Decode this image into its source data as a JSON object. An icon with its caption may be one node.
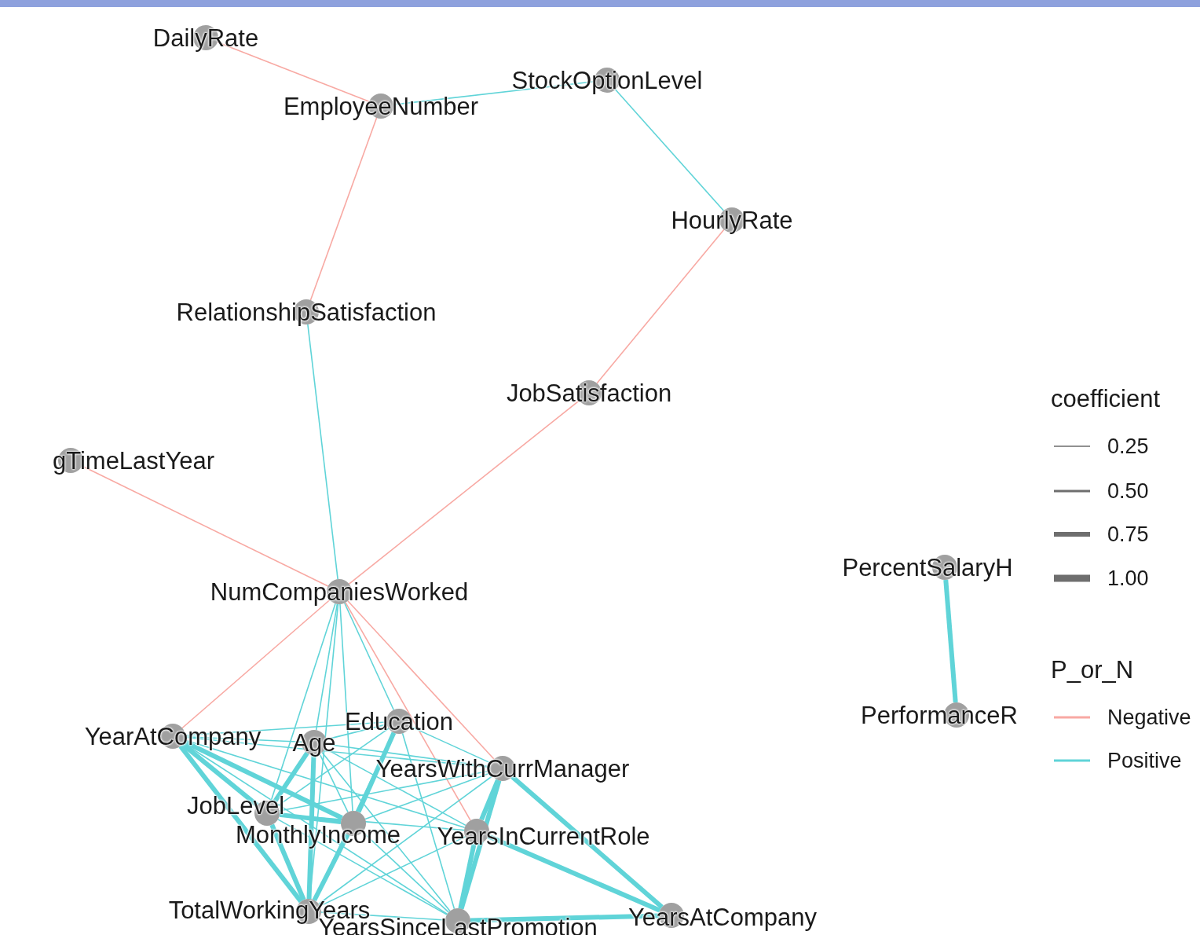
{
  "diagram": {
    "nodes": [
      {
        "text": [
          "DailyRate"
        ]
      },
      {
        "text": [
          "EmployeeNumber"
        ]
      },
      {
        "text": [
          "StockOptionLevel"
        ]
      },
      {
        "text": [
          "HourlyRate"
        ]
      },
      {
        "text": [
          "RelationshipSatisfaction"
        ]
      },
      {
        "text": [
          "JobSatisfaction"
        ]
      },
      {
        "text": [
          "gTimeLastYear"
        ]
      },
      {
        "text": [
          "NumCompaniesWorked"
        ]
      },
      {
        "text": [
          "PercentSalaryH"
        ]
      },
      {
        "text": [
          "PerformanceR"
        ]
      },
      {
        "text": [
          "YearAtCompany"
        ]
      },
      {
        "text": [
          "Education"
        ]
      },
      {
        "text": [
          "Age"
        ]
      },
      {
        "text": [
          "YearsWithCurrManager"
        ]
      },
      {
        "text": [
          "JobLevel"
        ]
      },
      {
        "text": [
          "MonthlyIncome"
        ]
      },
      {
        "text": [
          "YearsInCurrentRole"
        ]
      },
      {
        "text": [
          "TotalWorkingYears"
        ]
      },
      {
        "text": [
          "YearsSinceLastPromotion"
        ]
      },
      {
        "text": [
          "YearsAtCompany"
        ]
      }
    ],
    "edges": [
      {
        "from": 0,
        "to": 1,
        "arrow": "none",
        "color": "#f8a9a3"
      },
      {
        "from": 1,
        "to": 2,
        "arrow": "none"
      },
      {
        "from": 2,
        "to": 3,
        "arrow": "none"
      },
      {
        "from": 1,
        "to": 4,
        "arrow": "none",
        "color": "#f8a9a3"
      },
      {
        "from": 3,
        "to": 5,
        "arrow": "none",
        "color": "#f8a9a3"
      },
      {
        "from": 4,
        "to": 7,
        "arrow": "none"
      },
      {
        "from": 5,
        "to": 7,
        "arrow": "none",
        "color": "#f8a9a3"
      },
      {
        "from": 6,
        "to": 7,
        "arrow": "none",
        "color": "#f8a9a3"
      },
      {
        "from": 8,
        "to": 9,
        "arrow": "none",
        "style": "thick"
      },
      {
        "from": 7,
        "to": 10,
        "arrow": "none",
        "color": "#f8a9a3"
      },
      {
        "from": 7,
        "to": 14,
        "arrow": "none"
      },
      {
        "from": 7,
        "to": 12,
        "arrow": "none"
      },
      {
        "from": 7,
        "to": 15,
        "arrow": "none"
      },
      {
        "from": 7,
        "to": 11,
        "arrow": "none"
      },
      {
        "from": 7,
        "to": 17,
        "arrow": "none"
      },
      {
        "from": 7,
        "to": 16,
        "arrow": "none",
        "color": "#f8a9a3"
      },
      {
        "from": 7,
        "to": 13,
        "arrow": "none",
        "color": "#f8a9a3"
      },
      {
        "from": 10,
        "to": 11,
        "arrow": "none"
      },
      {
        "from": 10,
        "to": 12,
        "arrow": "none"
      },
      {
        "from": 10,
        "to": 14,
        "arrow": "none",
        "style": "thick"
      },
      {
        "from": 10,
        "to": 15,
        "arrow": "none",
        "style": "thick"
      },
      {
        "from": 10,
        "to": 17,
        "arrow": "none",
        "style": "thick"
      },
      {
        "from": 10,
        "to": 13,
        "arrow": "none"
      },
      {
        "from": 10,
        "to": 16,
        "arrow": "none"
      },
      {
        "from": 10,
        "to": 18,
        "arrow": "none"
      },
      {
        "from": 12,
        "to": 14,
        "arrow": "none",
        "style": "thick"
      },
      {
        "from": 12,
        "to": 15,
        "arrow": "none"
      },
      {
        "from": 12,
        "to": 17,
        "arrow": "none",
        "style": "thick"
      },
      {
        "from": 12,
        "to": 16,
        "arrow": "none"
      },
      {
        "from": 12,
        "to": 13,
        "arrow": "none"
      },
      {
        "from": 12,
        "to": 11,
        "arrow": "none"
      },
      {
        "from": 12,
        "to": 18,
        "arrow": "none"
      },
      {
        "from": 11,
        "to": 15,
        "arrow": "none",
        "style": "thick"
      },
      {
        "from": 11,
        "to": 17,
        "arrow": "none"
      },
      {
        "from": 11,
        "to": 14,
        "arrow": "none"
      },
      {
        "from": 11,
        "to": 13,
        "arrow": "none"
      },
      {
        "from": 11,
        "to": 18,
        "arrow": "none"
      },
      {
        "from": 14,
        "to": 15,
        "arrow": "none",
        "style": "thick"
      },
      {
        "from": 14,
        "to": 17,
        "arrow": "none",
        "style": "thick"
      },
      {
        "from": 14,
        "to": 13,
        "arrow": "none"
      },
      {
        "from": 14,
        "to": 16,
        "arrow": "none"
      },
      {
        "from": 14,
        "to": 18,
        "arrow": "none"
      },
      {
        "from": 15,
        "to": 17,
        "arrow": "none",
        "style": "thick"
      },
      {
        "from": 15,
        "to": 13,
        "arrow": "none"
      },
      {
        "from": 15,
        "to": 18,
        "arrow": "none"
      },
      {
        "from": 17,
        "to": 16,
        "arrow": "none"
      },
      {
        "from": 17,
        "to": 13,
        "arrow": "none"
      },
      {
        "from": 17,
        "to": 18,
        "arrow": "none"
      },
      {
        "from": 13,
        "to": 16,
        "arrow": "none",
        "style": "thick"
      },
      {
        "from": 13,
        "to": 19,
        "arrow": "none",
        "style": "thick"
      },
      {
        "from": 13,
        "to": 18,
        "arrow": "none",
        "style": "thick"
      },
      {
        "from": 16,
        "to": 19,
        "arrow": "none",
        "style": "thick"
      },
      {
        "from": 16,
        "to": 18,
        "arrow": "none",
        "style": "thick"
      },
      {
        "from": 18,
        "to": 19,
        "arrow": "none",
        "style": "thick"
      }
    ],
    "labels": [
      "coefficient",
      "P_or_N"
    ],
    "legend": [
      {
        "text": "0.25"
      },
      {
        "text": "0.50"
      },
      {
        "text": "0.75"
      },
      {
        "text": "1.00"
      },
      {
        "text": "Negative",
        "color": "#f8a9a3"
      },
      {
        "text": "Positive",
        "color": "#60d4d8"
      }
    ]
  }
}
